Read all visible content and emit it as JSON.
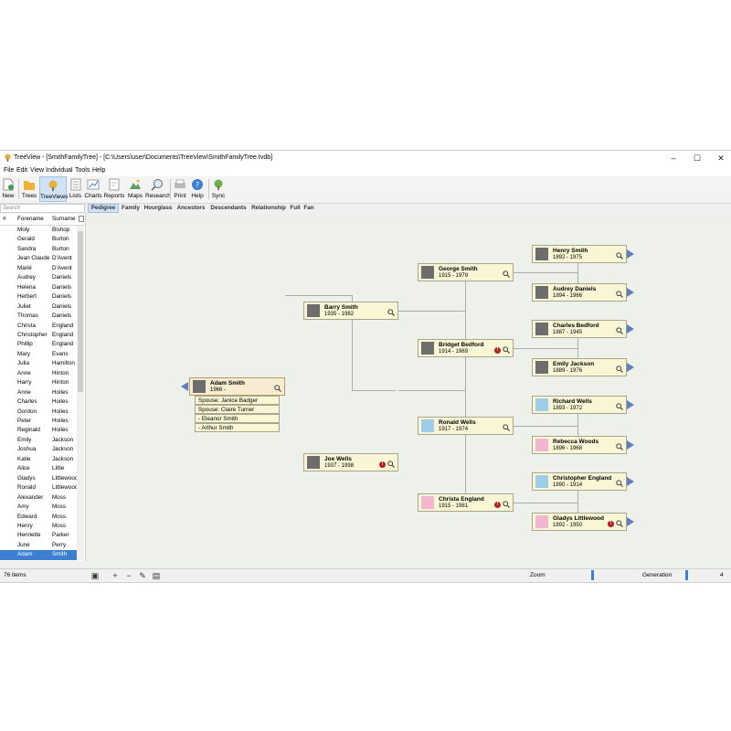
{
  "window": {
    "title": "TreeView - [SmithFamilyTree] - [C:\\Users\\user\\Documents\\TreeView\\SmithFamilyTree.tvdb]"
  },
  "menu": [
    "File",
    "Edit",
    "View",
    "Individual",
    "Tools",
    "Help"
  ],
  "toolbar": {
    "new": "New",
    "trees": "Trees",
    "treeviews": "TreeViews",
    "lists": "Lists",
    "charts": "Charts",
    "reports": "Reports",
    "maps": "Maps",
    "research": "Research",
    "print": "Print",
    "help": "Help",
    "sync": "Sync"
  },
  "search": {
    "placeholder": "Search"
  },
  "tabs": [
    "Pedigree",
    "Family",
    "Hourglass",
    "Ancestors",
    "Descendants",
    "Relationship",
    "Full",
    "Fan"
  ],
  "list": {
    "headers": {
      "num": "#",
      "forename": "Forename",
      "surname": "Surname"
    },
    "rows": [
      [
        "Moly",
        "Bishop"
      ],
      [
        "Gerald",
        "Burton"
      ],
      [
        "Sandra",
        "Burton"
      ],
      [
        "Jean Claude",
        "D'Avent"
      ],
      [
        "Marié",
        "D'Avent"
      ],
      [
        "Audrey",
        "Daniels"
      ],
      [
        "Helena",
        "Daniels"
      ],
      [
        "Herbert",
        "Daniels"
      ],
      [
        "Juliet",
        "Daniels"
      ],
      [
        "Thomas",
        "Daniels"
      ],
      [
        "Christa",
        "England"
      ],
      [
        "Christopher",
        "England"
      ],
      [
        "Phillip",
        "England"
      ],
      [
        "Mary",
        "Evans"
      ],
      [
        "Julia",
        "Hamilton"
      ],
      [
        "Anne",
        "Hinton"
      ],
      [
        "Harry",
        "Hinton"
      ],
      [
        "Anne",
        "Hoiles"
      ],
      [
        "Charles",
        "Hoiles"
      ],
      [
        "Gordon",
        "Hoiles"
      ],
      [
        "Peter",
        "Hoiles"
      ],
      [
        "Reginald",
        "Hoiles"
      ],
      [
        "Emily",
        "Jackson"
      ],
      [
        "Joshua",
        "Jackson"
      ],
      [
        "Katie",
        "Jackson"
      ],
      [
        "Alice",
        "Little"
      ],
      [
        "Gladys",
        "Littlewood"
      ],
      [
        "Ronald",
        "Littlewood"
      ],
      [
        "Alexander",
        "Moss"
      ],
      [
        "Amy",
        "Moss"
      ],
      [
        "Edward",
        "Moss"
      ],
      [
        "Henry",
        "Moss"
      ],
      [
        "Henriette",
        "Parker"
      ],
      [
        "June",
        "Perry"
      ],
      [
        "Adam",
        "Smith"
      ]
    ],
    "selected_index": 34
  },
  "pedigree": {
    "root": {
      "name": "Adam Smith",
      "years": "1966 -"
    },
    "spouses": [
      "Spouse: Janice Badger",
      "Spouse: Claire Turner"
    ],
    "children": [
      "- Eleanor Smith",
      "- Arthur Smith"
    ],
    "gen1": [
      {
        "name": "Barry Smith",
        "years": "1935 - 1982"
      },
      {
        "name": "Joe Wells",
        "years": "1937 - 1998"
      }
    ],
    "gen2": [
      {
        "name": "George Smith",
        "years": "1915 - 1979"
      },
      {
        "name": "Bridget Bedford",
        "years": "1914 - 1969"
      },
      {
        "name": "Ronald Wells",
        "years": "1917 - 1974"
      },
      {
        "name": "Christa England",
        "years": "1915 - 1981"
      }
    ],
    "gen3": [
      {
        "name": "Henry Smith",
        "years": "1892 - 1975"
      },
      {
        "name": "Audrey Daniels",
        "years": "1894 - 1966"
      },
      {
        "name": "Charles Bedford",
        "years": "1887 - 1945"
      },
      {
        "name": "Emily Jackson",
        "years": "1889 - 1976"
      },
      {
        "name": "Richard Wells",
        "years": "1893 - 1972"
      },
      {
        "name": "Rebecca Woods",
        "years": "1896 - 1968"
      },
      {
        "name": "Christopher England",
        "years": "1890 - 1914"
      },
      {
        "name": "Gladys Littlewood",
        "years": "1892 - 1950"
      }
    ]
  },
  "status": {
    "items": "76 items",
    "zoom_label": "Zoom",
    "generation_label": "Generation",
    "generation_value": "4"
  },
  "colors": {
    "accent": "#3a7fd2",
    "card_bg": "#f9f6d6",
    "canvas_bg": "#edf1ea",
    "arrow": "#5e7fc0",
    "warning": "#b51f1f"
  }
}
